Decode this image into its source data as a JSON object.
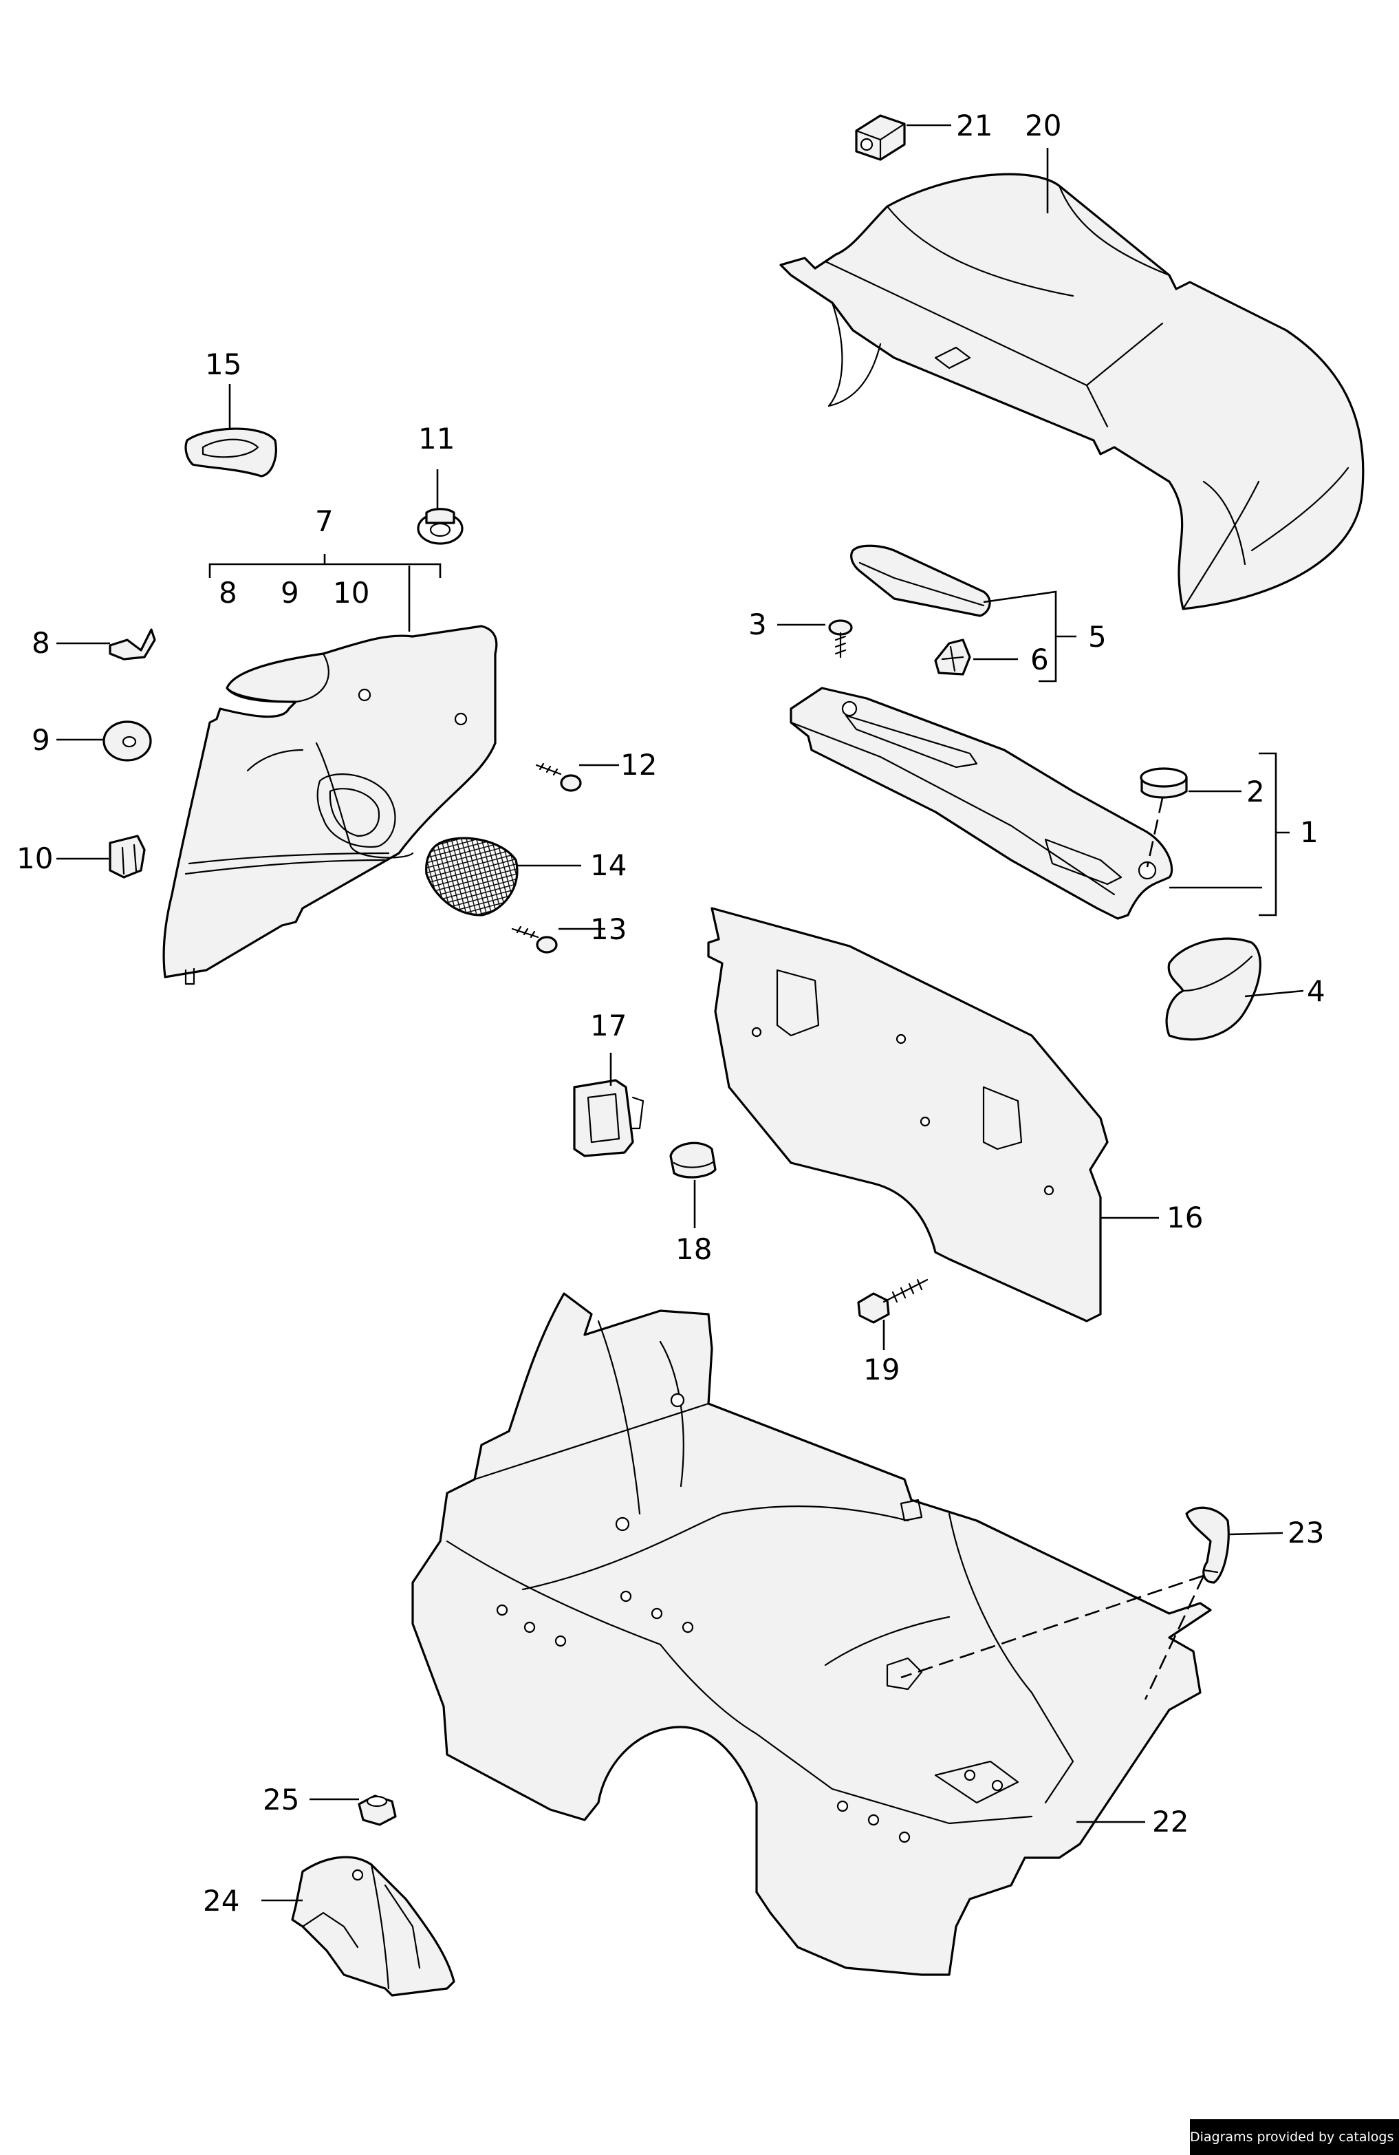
{
  "labels": {
    "p1": "1",
    "p2": "2",
    "p3": "3",
    "p4": "4",
    "p5": "5",
    "p6": "6",
    "p7": "7",
    "p7_sub8": "8",
    "p7_sub9": "9",
    "p7_sub10": "10",
    "p8": "8",
    "p9": "9",
    "p10": "10",
    "p11": "11",
    "p12": "12",
    "p13": "13",
    "p14": "14",
    "p15": "15",
    "p16": "16",
    "p17": "17",
    "p18": "18",
    "p19": "19",
    "p20": "20",
    "p21": "21",
    "p22": "22",
    "p23": "23",
    "p24": "24",
    "p25": "25"
  },
  "footer": {
    "credit": "Diagrams provided by catalogs parts"
  }
}
